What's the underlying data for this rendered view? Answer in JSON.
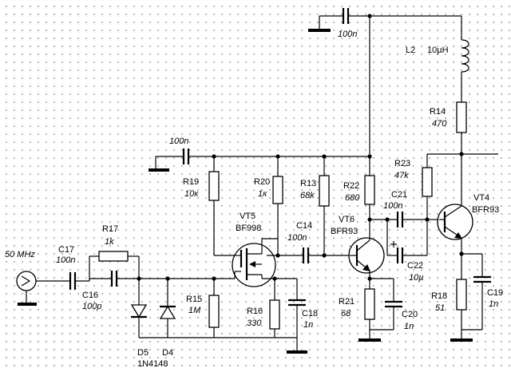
{
  "source": {
    "label": "50 MHz"
  },
  "parts": {
    "C17": {
      "ref": "C17",
      "value": "100n"
    },
    "R17": {
      "ref": "R17",
      "value": "1k"
    },
    "C16": {
      "ref": "C16",
      "value": "100p"
    },
    "D5": {
      "ref": "D5"
    },
    "D4": {
      "ref": "D4"
    },
    "diode_type": "1N4148",
    "R15": {
      "ref": "R15",
      "value": "1M"
    },
    "C_top_left": {
      "value": "100n"
    },
    "R19": {
      "ref": "R19",
      "value": "10к"
    },
    "VT5": {
      "ref": "VT5",
      "type": "BF998"
    },
    "R20": {
      "ref": "R20",
      "value": "1к"
    },
    "R16": {
      "ref": "R16",
      "value": "330"
    },
    "C18": {
      "ref": "C18",
      "value": "1n"
    },
    "R13": {
      "ref": "R13",
      "value": "68k"
    },
    "C14": {
      "ref": "C14",
      "value": "100n"
    },
    "VT6": {
      "ref": "VT6",
      "type": "BFR93"
    },
    "R22": {
      "ref": "R22",
      "value": "680"
    },
    "R21": {
      "ref": "R21",
      "value": "68"
    },
    "C20": {
      "ref": "C20",
      "value": "1n"
    },
    "C_top": {
      "value": "100n"
    },
    "L2": {
      "ref": "L2",
      "value": "10µH"
    },
    "R14": {
      "ref": "R14",
      "value": "470"
    },
    "R23": {
      "ref": "R23",
      "value": "47k"
    },
    "C21": {
      "ref": "C21",
      "value": "100n"
    },
    "C22": {
      "ref": "C22",
      "value": "10µ"
    },
    "VT4": {
      "ref": "VT4",
      "type": "BFR93"
    },
    "R18": {
      "ref": "R18",
      "value": "51"
    },
    "C19": {
      "ref": "C19",
      "value": "1n"
    }
  }
}
